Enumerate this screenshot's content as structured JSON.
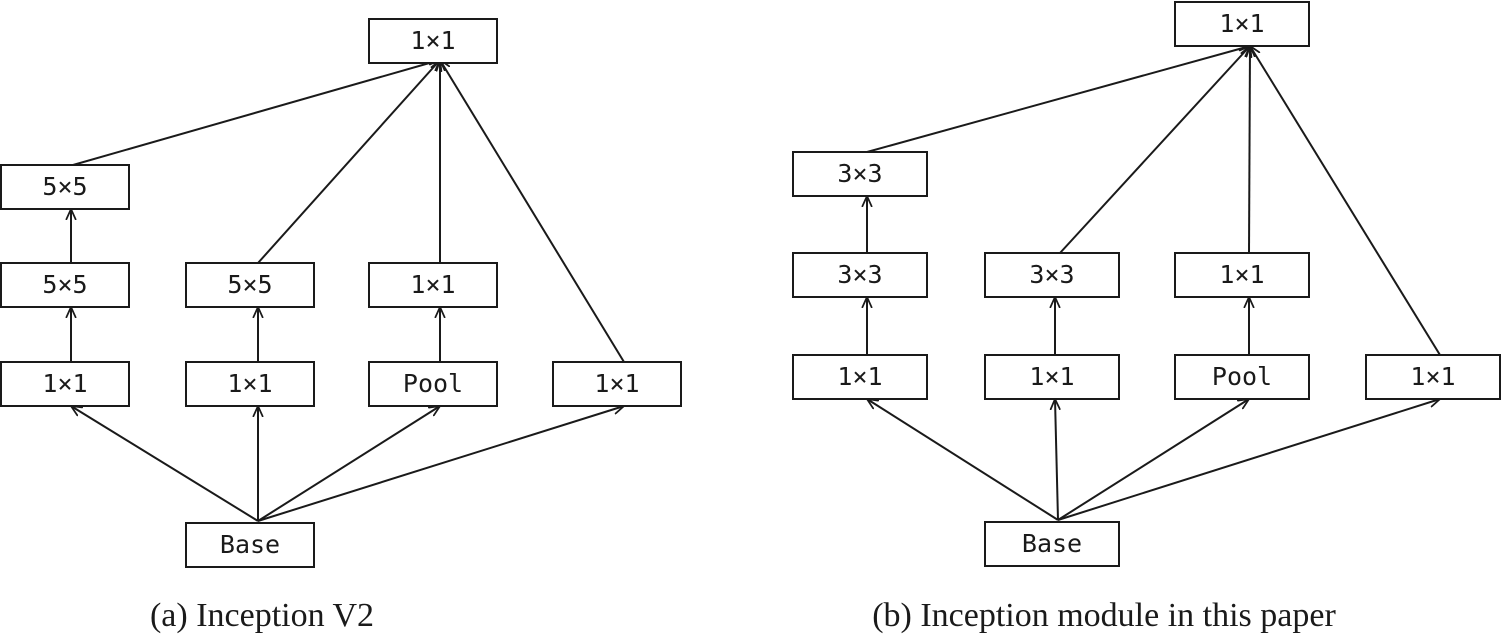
{
  "diagram_a": {
    "caption": "(a) Inception V2",
    "nodes": {
      "top": "1×1",
      "b1_top": "5×5",
      "b1_mid": "5×5",
      "b1_bot": "1×1",
      "b2_mid": "5×5",
      "b2_bot": "1×1",
      "b3_mid": "1×1",
      "b3_bot": "Pool",
      "b4_bot": "1×1",
      "base": "Base"
    }
  },
  "diagram_b": {
    "caption": "(b) Inception module in this paper",
    "nodes": {
      "top": "1×1",
      "b1_top": "3×3",
      "b1_mid": "3×3",
      "b1_bot": "1×1",
      "b2_mid": "3×3",
      "b2_bot": "1×1",
      "b3_mid": "1×1",
      "b3_bot": "Pool",
      "b4_bot": "1×1",
      "base": "Base"
    }
  },
  "edges": [
    [
      "base",
      "b1_bot"
    ],
    [
      "base",
      "b2_bot"
    ],
    [
      "base",
      "b3_bot"
    ],
    [
      "base",
      "b4_bot"
    ],
    [
      "b1_bot",
      "b1_mid"
    ],
    [
      "b1_mid",
      "b1_top"
    ],
    [
      "b1_top",
      "top"
    ],
    [
      "b2_bot",
      "b2_mid"
    ],
    [
      "b2_mid",
      "top"
    ],
    [
      "b3_bot",
      "b3_mid"
    ],
    [
      "b3_mid",
      "top"
    ],
    [
      "b4_bot",
      "top"
    ]
  ]
}
